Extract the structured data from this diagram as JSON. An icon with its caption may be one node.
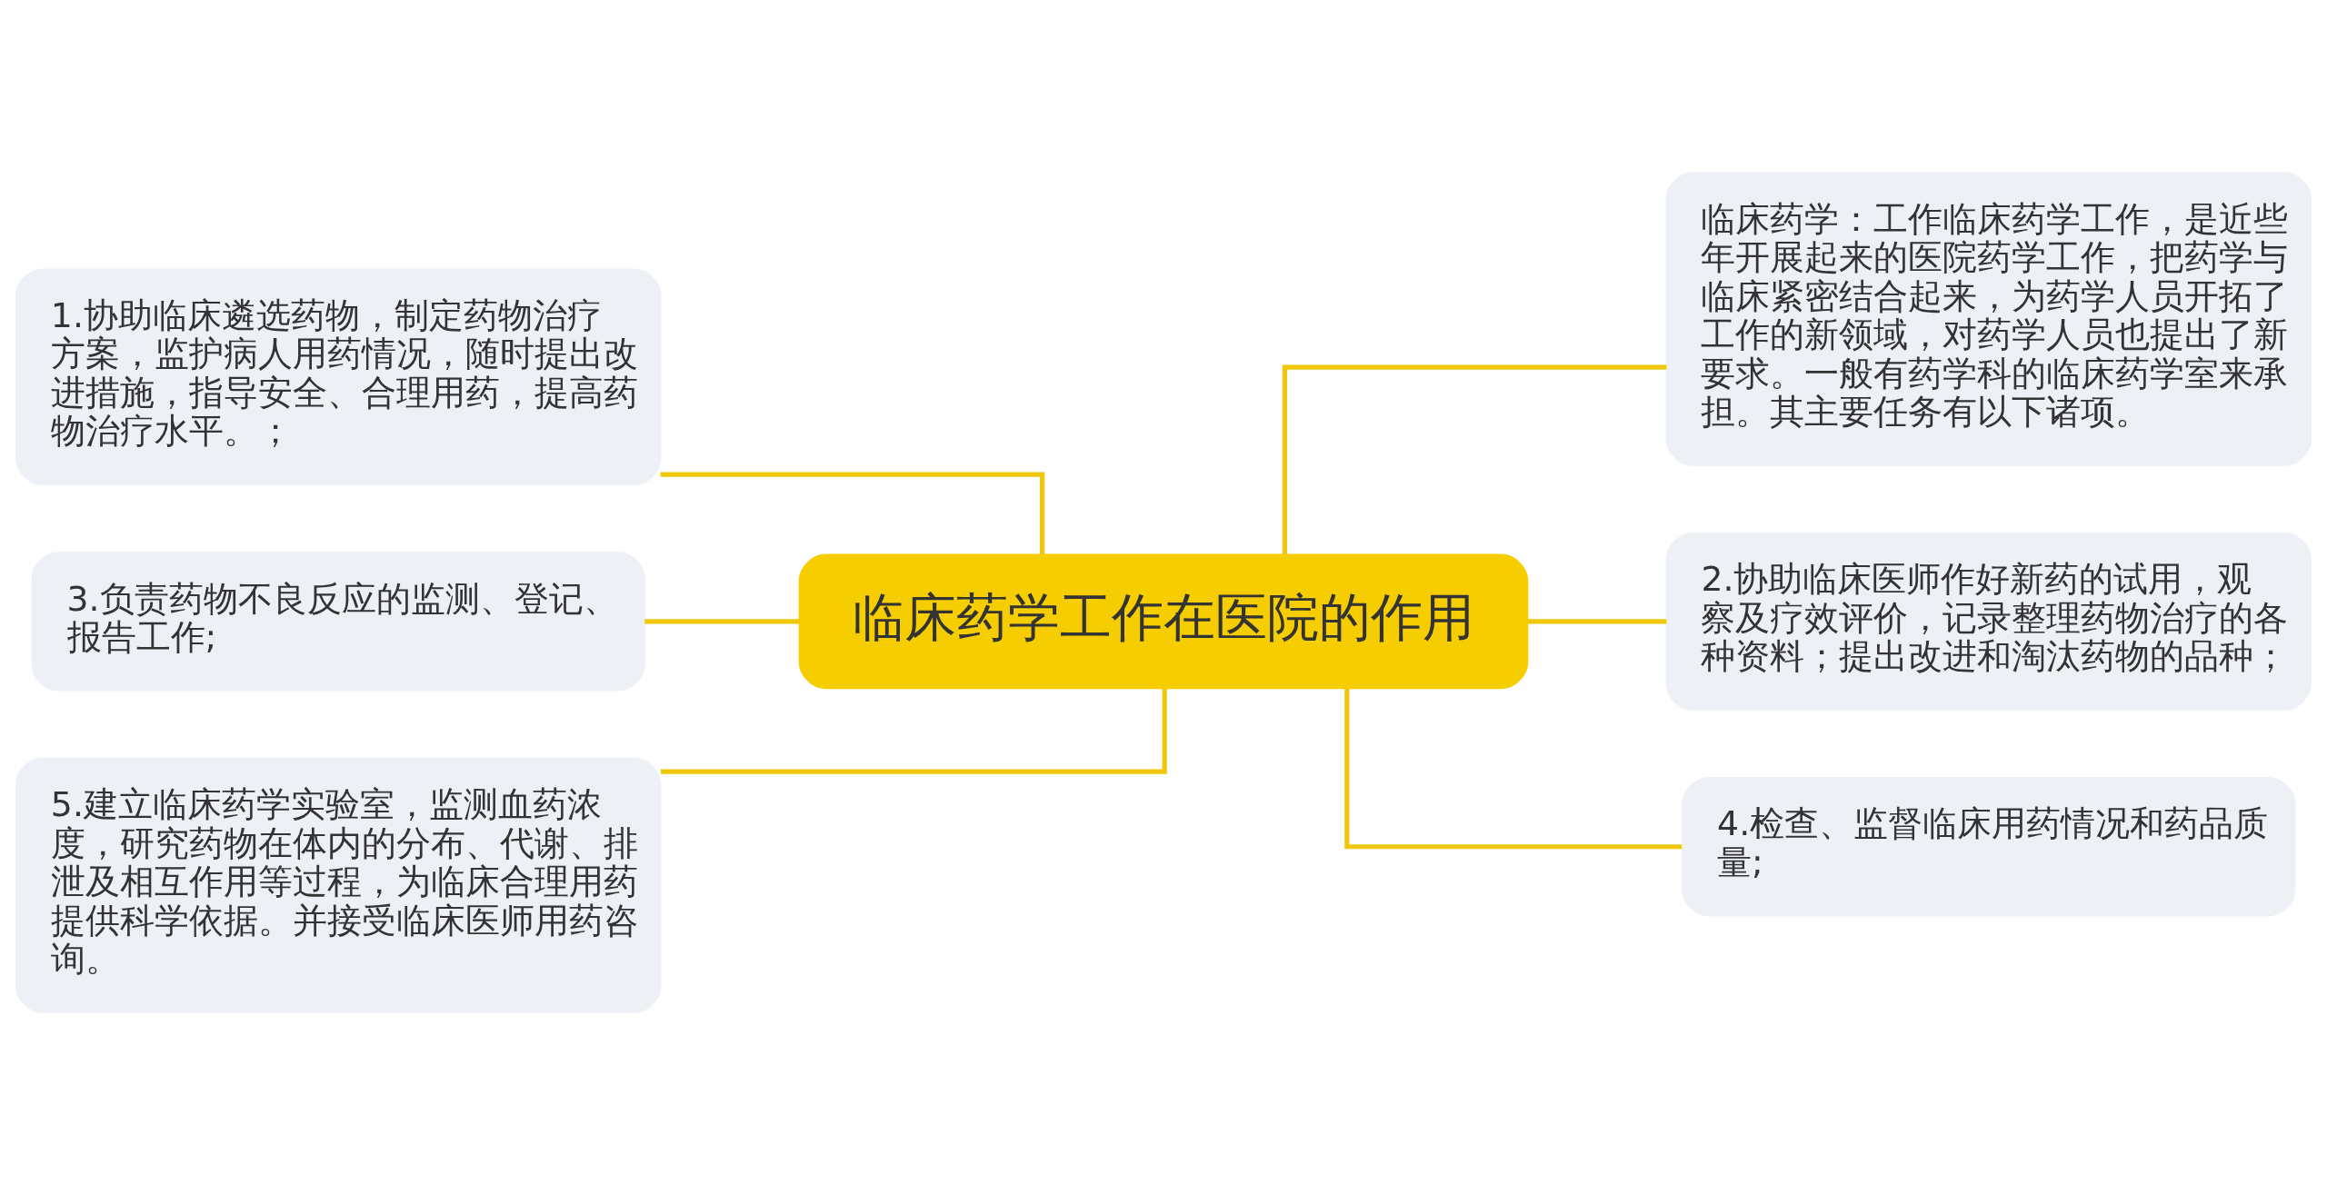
{
  "diagram": {
    "nodes": [
      {
        "text": [
          "临床药学工作在医院的作用"
        ]
      },
      {
        "text": [
          "1.协助临床遴选药物，制定药物治疗方案，监护病人用药情况，随时提出改进措施，指导安全、合理用药，提高药物治疗水平。；"
        ]
      },
      {
        "text": [
          "3.负责药物不良反应的监测、登记、报告工作;"
        ]
      },
      {
        "text": [
          "5.建立临床药学实验室，监测血药浓度，研究药物在体内的分布、代谢、排泄及相互作用等过程，为临床合理用药提供科学依据。并接受临床医师用药咨询。"
        ]
      },
      {
        "text": [
          "临床药学：工作临床药学工作，是近些年开展起来的医院药学工作，把药学与临床紧密结合起来，为药学人员开拓了工作的新领域，对药学人员也提出了新要求。一般有药学科的临床药学室来承担。其主要任务有以下诸项。"
        ]
      },
      {
        "text": [
          "2.协助临床医师作好新药的试用，观察及疗效评价，记录整理药物治疗的各种资料；提出改进和淘汰药物的品种；"
        ]
      },
      {
        "text": [
          "4.检查、监督临床用药情况和药品质量;"
        ]
      }
    ],
    "edges": [
      {
        "from": 0,
        "to": 1,
        "arrow": "none"
      },
      {
        "from": 0,
        "to": 2,
        "arrow": "none"
      },
      {
        "from": 0,
        "to": 3,
        "arrow": "none"
      },
      {
        "from": 0,
        "to": 4,
        "arrow": "none"
      },
      {
        "from": 0,
        "to": 5,
        "arrow": "none"
      },
      {
        "from": 0,
        "to": 6,
        "arrow": "none"
      }
    ]
  }
}
